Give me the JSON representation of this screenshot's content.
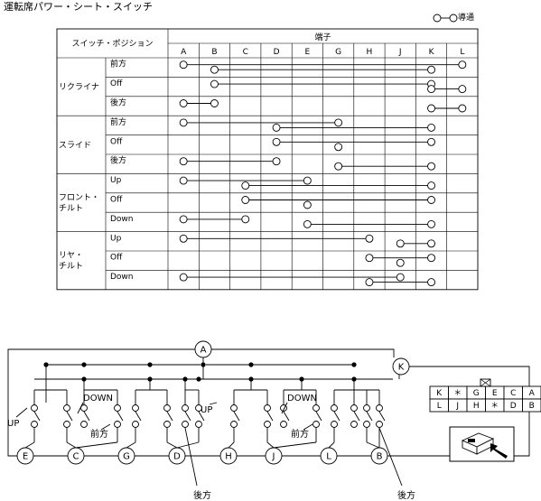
{
  "title": "運転席パワー・シート・スイッチ",
  "legend_text": "：導通",
  "table": {
    "position_header": "スイッチ・ポジション",
    "terminal_header": "端子",
    "terminals": [
      "A",
      "B",
      "C",
      "D",
      "E",
      "G",
      "H",
      "J",
      "K",
      "L"
    ],
    "groups": [
      {
        "label_lines": [
          "リクライナ"
        ],
        "rows": [
          {
            "label": "前方",
            "connections": [
              [
                "A",
                "L"
              ],
              [
                "B",
                "K"
              ]
            ]
          },
          {
            "label": "Off",
            "connections": [
              [
                "B",
                "K"
              ],
              [
                "K",
                "L"
              ]
            ]
          },
          {
            "label": "後方",
            "connections": [
              [
                "A",
                "B"
              ],
              [
                "K",
                "L"
              ]
            ]
          }
        ]
      },
      {
        "label_lines": [
          "スライド"
        ],
        "rows": [
          {
            "label": "前方",
            "connections": [
              [
                "A",
                "G"
              ],
              [
                "D",
                "K"
              ]
            ]
          },
          {
            "label": "Off",
            "connections": [
              [
                "D",
                "K"
              ],
              [
                "G"
              ]
            ]
          },
          {
            "label": "後方",
            "connections": [
              [
                "A",
                "D"
              ],
              [
                "G",
                "K"
              ]
            ]
          }
        ]
      },
      {
        "label_lines": [
          "フロント・",
          "チルト"
        ],
        "rows": [
          {
            "label": "Up",
            "connections": [
              [
                "A",
                "E"
              ],
              [
                "C",
                "K"
              ]
            ]
          },
          {
            "label": "Off",
            "connections": [
              [
                "C",
                "K"
              ],
              [
                "E"
              ]
            ]
          },
          {
            "label": "Down",
            "connections": [
              [
                "A",
                "C"
              ],
              [
                "E",
                "K"
              ]
            ]
          }
        ]
      },
      {
        "label_lines": [
          "リヤ・",
          "チルト"
        ],
        "rows": [
          {
            "label": "Up",
            "connections": [
              [
                "A",
                "H"
              ],
              [
                "J",
                "K"
              ]
            ]
          },
          {
            "label": "Off",
            "connections": [
              [
                "H",
                "K"
              ],
              [
                "J"
              ]
            ]
          },
          {
            "label": "Down",
            "connections": [
              [
                "A",
                "J"
              ],
              [
                "H",
                "K"
              ]
            ]
          }
        ]
      }
    ]
  },
  "circuit": {
    "supply_terminal": "A",
    "ground_terminal": "K",
    "bottom_terminals": [
      "E",
      "C",
      "G",
      "D",
      "H",
      "J",
      "L",
      "B"
    ],
    "labels": {
      "up": "UP",
      "down": "DOWN",
      "forward": "前方",
      "backward": "後方"
    }
  },
  "connector": {
    "row1": [
      "K",
      "＊",
      "G",
      "E",
      "C",
      "A"
    ],
    "row2": [
      "L",
      "J",
      "H",
      "＊",
      "D",
      "B"
    ]
  }
}
